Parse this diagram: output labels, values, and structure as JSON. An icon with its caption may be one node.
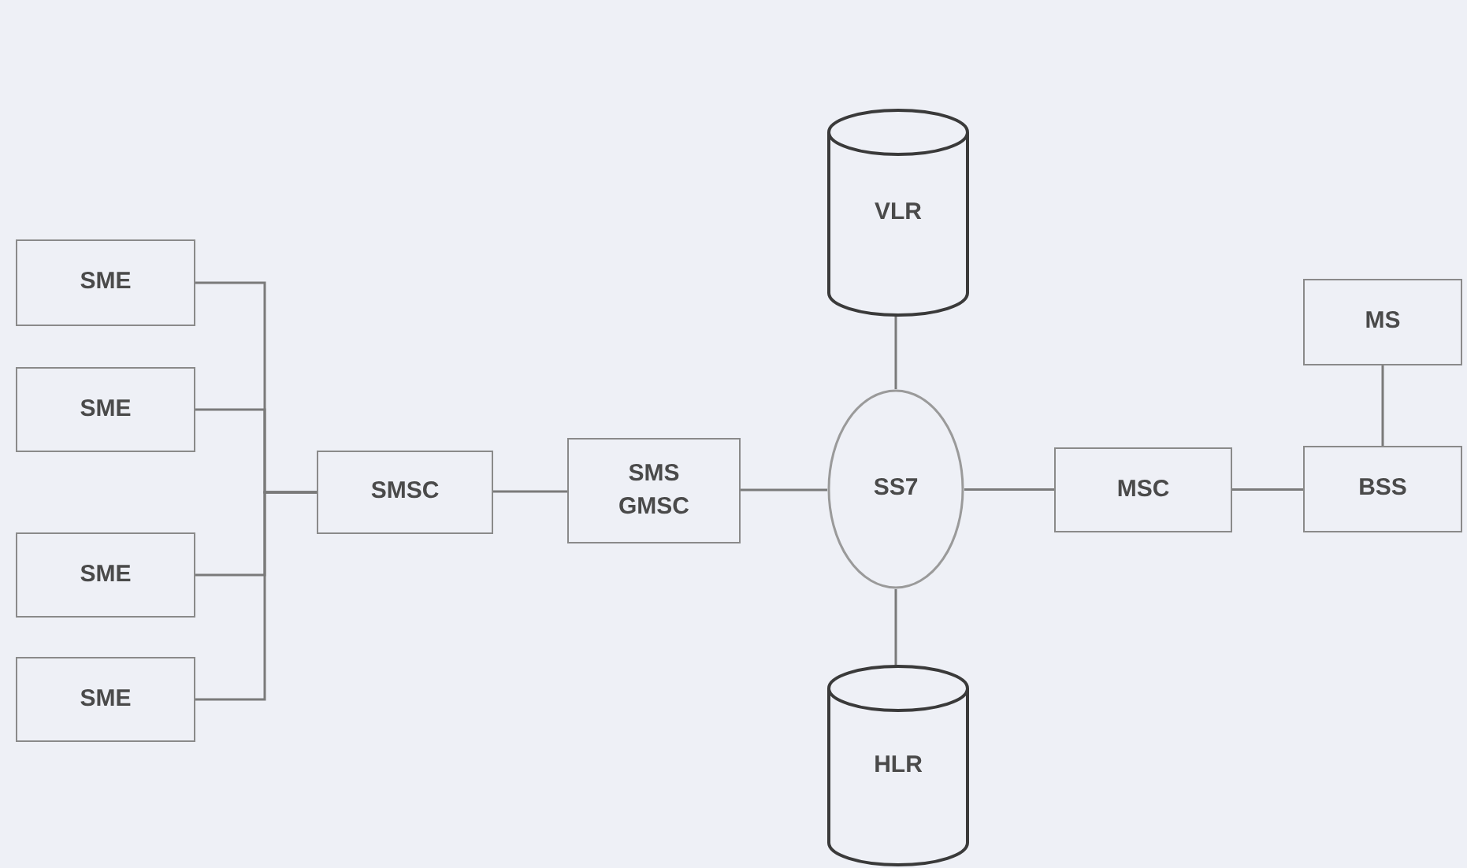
{
  "diagram": {
    "nodes": [
      {
        "text": [
          "SME"
        ]
      },
      {
        "text": [
          "SME"
        ]
      },
      {
        "text": [
          "SME"
        ]
      },
      {
        "text": [
          "SME"
        ]
      },
      {
        "text": [
          "SMSC"
        ]
      },
      {
        "text": [
          "SMS GMSC"
        ]
      },
      {
        "text": [
          "SS7"
        ]
      },
      {
        "text": [
          "VLR"
        ]
      },
      {
        "text": [
          "HLR"
        ]
      },
      {
        "text": [
          "MSC"
        ]
      },
      {
        "text": [
          "MS"
        ]
      },
      {
        "text": [
          "BSS"
        ]
      }
    ],
    "edges": [
      {
        "from": 0,
        "to": 4,
        "arrow": "none"
      },
      {
        "from": 1,
        "to": 4,
        "arrow": "none"
      },
      {
        "from": 2,
        "to": 4,
        "arrow": "none"
      },
      {
        "from": 3,
        "to": 4,
        "arrow": "none"
      },
      {
        "from": 4,
        "to": 5,
        "arrow": "none"
      },
      {
        "from": 5,
        "to": 6,
        "arrow": "none"
      },
      {
        "from": 7,
        "to": 6,
        "arrow": "none"
      },
      {
        "from": 6,
        "to": 8,
        "arrow": "none"
      },
      {
        "from": 6,
        "to": 9,
        "arrow": "none"
      },
      {
        "from": 9,
        "to": 11,
        "arrow": "none"
      },
      {
        "from": 10,
        "to": 11,
        "arrow": "none"
      }
    ]
  }
}
